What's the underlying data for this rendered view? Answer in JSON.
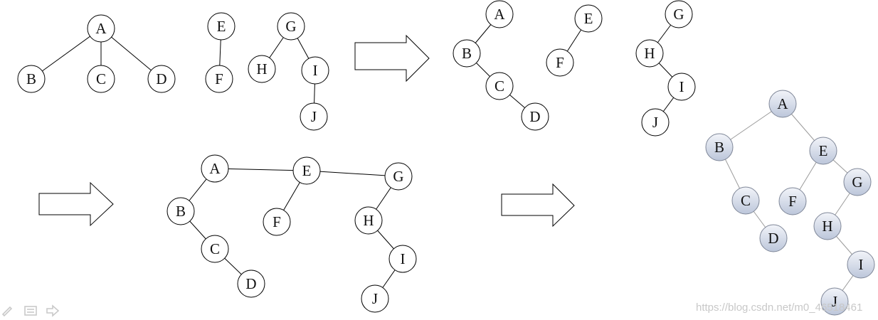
{
  "forest": {
    "nodes": [
      {
        "id": "A",
        "label": "A"
      },
      {
        "id": "B",
        "label": "B"
      },
      {
        "id": "C",
        "label": "C"
      },
      {
        "id": "D",
        "label": "D"
      },
      {
        "id": "E",
        "label": "E"
      },
      {
        "id": "F",
        "label": "F"
      },
      {
        "id": "G",
        "label": "G"
      },
      {
        "id": "H",
        "label": "H"
      },
      {
        "id": "I",
        "label": "I"
      },
      {
        "id": "J",
        "label": "J"
      }
    ],
    "edges": [
      [
        "A",
        "B"
      ],
      [
        "A",
        "C"
      ],
      [
        "A",
        "D"
      ],
      [
        "E",
        "F"
      ],
      [
        "G",
        "H"
      ],
      [
        "G",
        "I"
      ],
      [
        "I",
        "J"
      ]
    ]
  },
  "binarized_trees": {
    "nodes": [
      {
        "id": "A",
        "label": "A"
      },
      {
        "id": "B",
        "label": "B"
      },
      {
        "id": "C",
        "label": "C"
      },
      {
        "id": "D",
        "label": "D"
      },
      {
        "id": "E",
        "label": "E"
      },
      {
        "id": "F",
        "label": "F"
      },
      {
        "id": "G",
        "label": "G"
      },
      {
        "id": "H",
        "label": "H"
      },
      {
        "id": "I",
        "label": "I"
      },
      {
        "id": "J",
        "label": "J"
      }
    ],
    "edges": [
      [
        "A",
        "B"
      ],
      [
        "B",
        "C"
      ],
      [
        "C",
        "D"
      ],
      [
        "E",
        "F"
      ],
      [
        "G",
        "H"
      ],
      [
        "H",
        "I"
      ],
      [
        "I",
        "J"
      ]
    ]
  },
  "linked_roots": {
    "nodes": [
      {
        "id": "A",
        "label": "A"
      },
      {
        "id": "B",
        "label": "B"
      },
      {
        "id": "C",
        "label": "C"
      },
      {
        "id": "D",
        "label": "D"
      },
      {
        "id": "E",
        "label": "E"
      },
      {
        "id": "F",
        "label": "F"
      },
      {
        "id": "G",
        "label": "G"
      },
      {
        "id": "H",
        "label": "H"
      },
      {
        "id": "I",
        "label": "I"
      },
      {
        "id": "J",
        "label": "J"
      }
    ],
    "edges": [
      [
        "A",
        "E"
      ],
      [
        "E",
        "G"
      ],
      [
        "A",
        "B"
      ],
      [
        "B",
        "C"
      ],
      [
        "C",
        "D"
      ],
      [
        "E",
        "F"
      ],
      [
        "G",
        "H"
      ],
      [
        "H",
        "I"
      ],
      [
        "I",
        "J"
      ]
    ]
  },
  "binary_tree": {
    "nodes": [
      {
        "id": "A",
        "label": "A"
      },
      {
        "id": "B",
        "label": "B"
      },
      {
        "id": "E",
        "label": "E"
      },
      {
        "id": "C",
        "label": "C"
      },
      {
        "id": "F",
        "label": "F"
      },
      {
        "id": "G",
        "label": "G"
      },
      {
        "id": "D",
        "label": "D"
      },
      {
        "id": "H",
        "label": "H"
      },
      {
        "id": "I",
        "label": "I"
      },
      {
        "id": "J",
        "label": "J"
      }
    ],
    "edges": [
      [
        "A",
        "B"
      ],
      [
        "A",
        "E"
      ],
      [
        "B",
        "C"
      ],
      [
        "C",
        "D"
      ],
      [
        "E",
        "F"
      ],
      [
        "E",
        "G"
      ],
      [
        "G",
        "H"
      ],
      [
        "H",
        "I"
      ],
      [
        "I",
        "J"
      ]
    ]
  },
  "watermark": "https://blog.csdn.net/m0_46518461",
  "toolbar_icons": [
    "pen-icon",
    "menu-icon",
    "next-slide-icon"
  ],
  "colors": {
    "stroke": "#000000",
    "node_fill": "#ffffff",
    "shaded_top": "#f2f4f9",
    "shaded_bottom": "#bcc6da",
    "shaded_stroke": "#7f8798",
    "edge_light": "#9a9a9a"
  }
}
